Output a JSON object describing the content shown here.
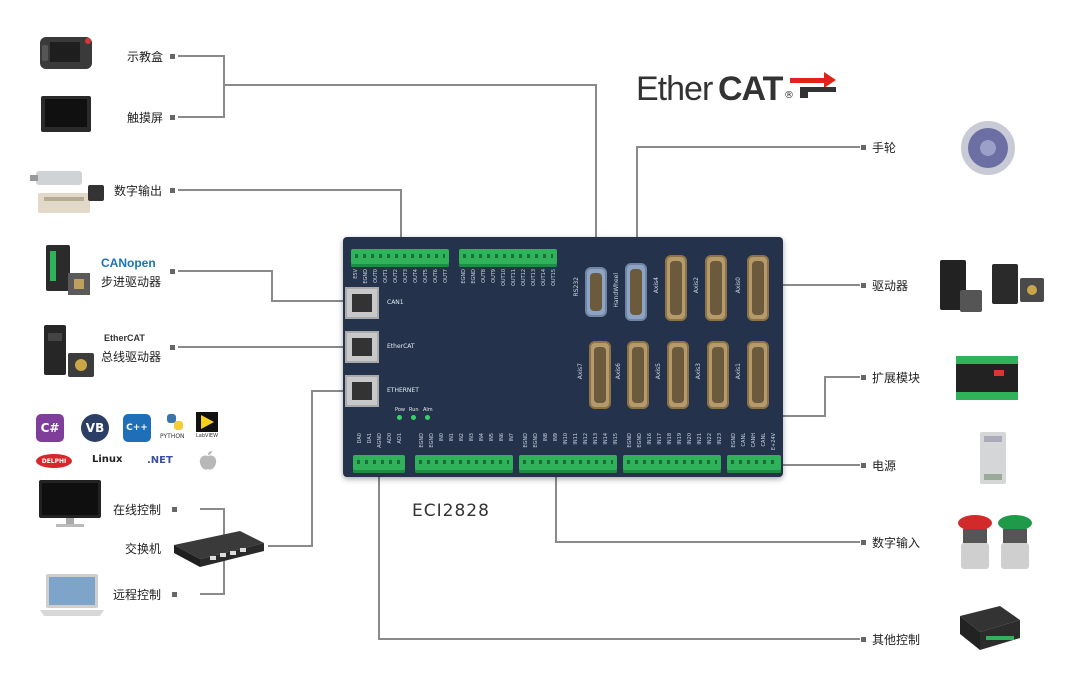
{
  "labels": {
    "teach_pendant": "示教盒",
    "touchscreen": "触摸屏",
    "digital_output": "数字输出",
    "canopen_brand": "CANopen",
    "stepper_driver": "步进驱动器",
    "ethercat_brand_small": "EtherCAT",
    "bus_driver": "总线驱动器",
    "online_control": "在线控制",
    "switch": "交换机",
    "remote_control": "远程控制",
    "handwheel": "手轮",
    "driver": "驱动器",
    "expansion_module": "扩展模块",
    "power_supply": "电源",
    "digital_input": "数字输入",
    "other_control": "其他控制"
  },
  "ethercat_logo": {
    "prefix": "Ether",
    "suffix": "CAT",
    "reg": "®"
  },
  "model": "ECI2828",
  "software_logos": {
    "csharp": "C#",
    "vb": "VB",
    "cpp": "C++",
    "python": "PYTHON",
    "labview": "LabVIEW",
    "delphi": "DELPHI",
    "linux": "Linux",
    "dotnet": ".NET"
  },
  "board": {
    "ports": {
      "can1": "CAN1",
      "ethercat": "EtherCAT",
      "ethernet": "ETHERNET",
      "rs232": "RS232",
      "handwheel": "HandWheel"
    },
    "axes_top": [
      "Axis4",
      "Axis2",
      "Axis0"
    ],
    "axes_bottom": [
      "Axis7",
      "Axis6",
      "Axis5",
      "Axis3",
      "Axis1"
    ],
    "leds": [
      "Pow",
      "Run",
      "Alm"
    ],
    "pins_top_left": [
      "E5V",
      "EGND",
      "OUT0",
      "OUT1",
      "OUT2",
      "OUT3",
      "OUT4",
      "OUT5",
      "OUT6",
      "OUT7"
    ],
    "pins_top_right": [
      "EGND",
      "EGND",
      "OUT8",
      "OUT9",
      "OUT10",
      "OUT11",
      "OUT12",
      "OUT13",
      "OUT14",
      "OUT15"
    ],
    "pins_bottom_a": [
      "DA0",
      "DA1",
      "AGND",
      "AD0",
      "AD1"
    ],
    "pins_bottom_b": [
      "EGND",
      "EGND",
      "IN0",
      "IN1",
      "IN2",
      "IN3",
      "IN4",
      "IN5",
      "IN6",
      "IN7"
    ],
    "pins_bottom_c": [
      "EGND",
      "EGND",
      "IN8",
      "IN9",
      "IN10",
      "IN11",
      "IN12",
      "IN13",
      "IN14",
      "IN15"
    ],
    "pins_bottom_d": [
      "EGND",
      "EGND",
      "IN16",
      "IN17",
      "IN18",
      "IN19",
      "IN20",
      "IN21",
      "IN22",
      "IN23"
    ],
    "pins_bottom_e": [
      "EGND",
      "CANL",
      "CANH",
      "CANL",
      "E+24V"
    ]
  }
}
